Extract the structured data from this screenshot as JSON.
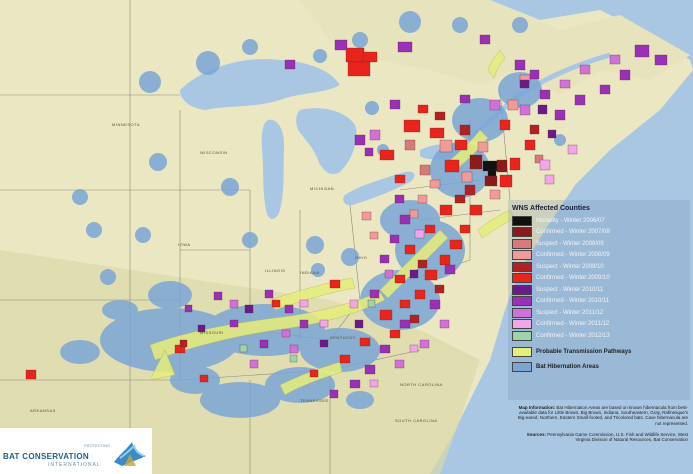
{
  "legend": {
    "title": "WNS Affected Counties",
    "items": [
      {
        "label": "Mortality - Winter 2006/07",
        "color": "#111111"
      },
      {
        "label": "Confirmed - Winter 2007/08",
        "color": "#8b1a1a"
      },
      {
        "label": "Suspect - Winter 2008/09",
        "color": "#d77a7a"
      },
      {
        "label": "Confirmed - Winter 2008/09",
        "color": "#f09a9a"
      },
      {
        "label": "Suspect - Winter 2009/10",
        "color": "#b22222"
      },
      {
        "label": "Confirmed - Winter 2009/10",
        "color": "#e8241c"
      },
      {
        "label": "Suspect - Winter 2010/11",
        "color": "#6a1a8a"
      },
      {
        "label": "Confirmed - Winter 2010/11",
        "color": "#9b30b8"
      },
      {
        "label": "Suspect - Winter 2011/12",
        "color": "#d070d8"
      },
      {
        "label": "Confirmed - Winter 2011/12",
        "color": "#f0a6e8"
      },
      {
        "label": "Confirmed - Winter 2012/13",
        "color": "#9fd4a8"
      }
    ],
    "pathways_label": "Probable Transmission Pathways",
    "pathways_color": "#e6ee7a",
    "hibernation_label": "Bat Hibernation Areas",
    "hibernation_color": "#7aa6d6"
  },
  "info": {
    "map_info_label": "Map Information:",
    "map_info_text": "Bat Hibernation Areas are based on known hibernacula from best-available data for Little Brown, Big Brown, Indiana, Southeastern, Gray, Rafinesque's Big-eared, Northern, Eastern Small-footed, and Tricolored bats. Cave hibernacula are not represented.",
    "sources_label": "Sources:",
    "sources_text": "Pennsylvania Game Commission, U.S. Fish and Wildlife Service, West Virginia Division of Natural Resources, Bat Conservation"
  },
  "logo": {
    "line1": "BAT CONSERVATION",
    "line2": "INTERNATIONAL",
    "small": "PROTECTING"
  },
  "places": {
    "minnesota": "MINNESOTA",
    "wisconsin": "WISCONSIN",
    "michigan": "MICHIGAN",
    "iowa": "IOWA",
    "illinois": "ILLINOIS",
    "indiana": "INDIANA",
    "ohio": "OHIO",
    "missouri": "MISSOURI",
    "kentucky": "KENTUCKY",
    "tennessee": "TENNESSEE",
    "arkansas": "ARKANSAS",
    "north_carolina": "NORTH CAROLINA",
    "south_carolina": "SOUTH CAROLINA"
  },
  "colors": {
    "water": "#a9c7e3",
    "land": "#ece8c8",
    "land_south": "#d9d6a5",
    "border": "#8a8a8a"
  }
}
